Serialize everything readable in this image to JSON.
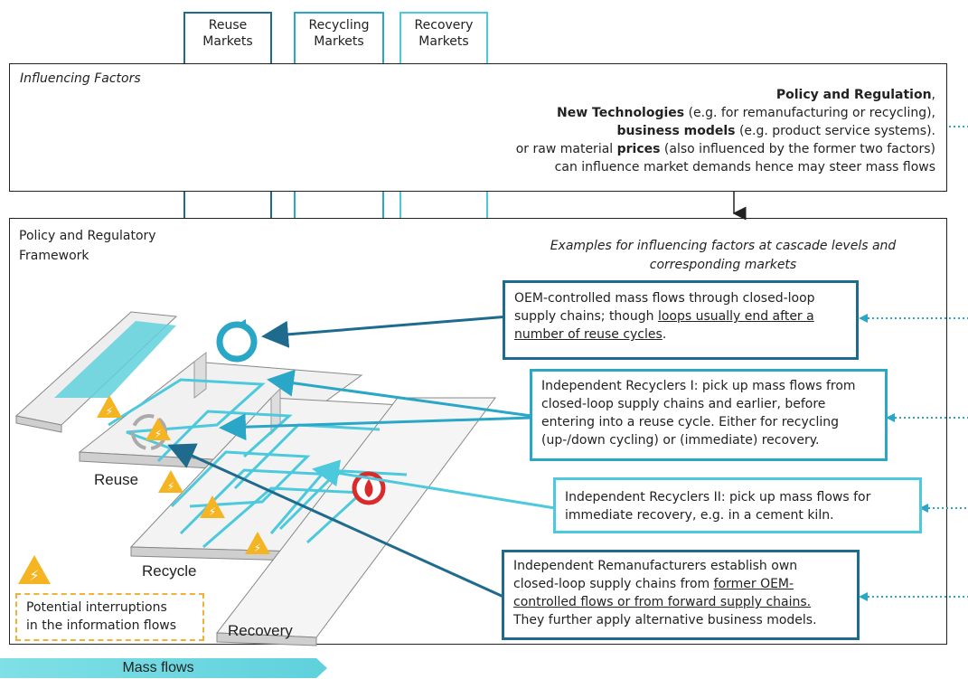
{
  "markets": [
    {
      "line1": "Reuse",
      "line2": "Markets",
      "color": "#1f6b8e"
    },
    {
      "line1": "Recycling",
      "line2": "Markets",
      "color": "#2aa6c7"
    },
    {
      "line1": "Recovery",
      "line2": "Markets",
      "color": "#4cc9dc"
    }
  ],
  "influencing": {
    "title": "Influencing Factors",
    "l1_bold": "Policy and Regulation",
    "l1_rest": ",",
    "l2_bold": "New Technologies",
    "l2_rest": " (e.g. for remanufacturing or recycling),",
    "l3_bold": "business models",
    "l3_rest": " (e.g. product  service systems).",
    "l4_pre": "or raw material ",
    "l4_bold": "prices",
    "l4_rest": " (also influenced by the former two factors)",
    "l5": "can influence market demands hence may steer mass flows"
  },
  "framework": {
    "title_line1": "Policy and Regulatory",
    "title_line2": "Framework",
    "examples_line1": "Examples for influencing factors at cascade levels and",
    "examples_line2": "corresponding markets"
  },
  "callouts": {
    "oem": {
      "line1": "OEM-controlled mass flows through closed-loop",
      "line2_plain": "supply chains; though ",
      "line2_u": "loops usually end after a",
      "line3_u": "number of reuse cycles",
      "line3_end": ".",
      "border": "#1f6b8e"
    },
    "rec1": {
      "text": "Independent Recyclers I: pick up mass flows from closed-loop supply chains and earlier, before entering into a reuse cycle. Either for recycling (up-/down cycling) or (immediate) recovery.",
      "border": "#2aa6c7"
    },
    "rec2": {
      "text": "Independent Recyclers II: pick up mass flows for immediate recovery, e.g. in a cement kiln.",
      "border": "#4cc9dc"
    },
    "reman": {
      "line1": "Independent Remanufacturers establish own",
      "line2_plain": "closed-loop supply chains from ",
      "line2_u": "former OEM-",
      "line3_u": "controlled flows or from forward supply chains.",
      "line4": "They further apply alternative business models.",
      "border": "#1f6b8e"
    }
  },
  "stage_labels": {
    "reuse": "Reuse",
    "recycle": "Recycle",
    "recovery": "Recovery"
  },
  "legend": {
    "line1": "Potential interruptions",
    "line2": "in the information flows"
  },
  "mass_flows": "Mass flows"
}
